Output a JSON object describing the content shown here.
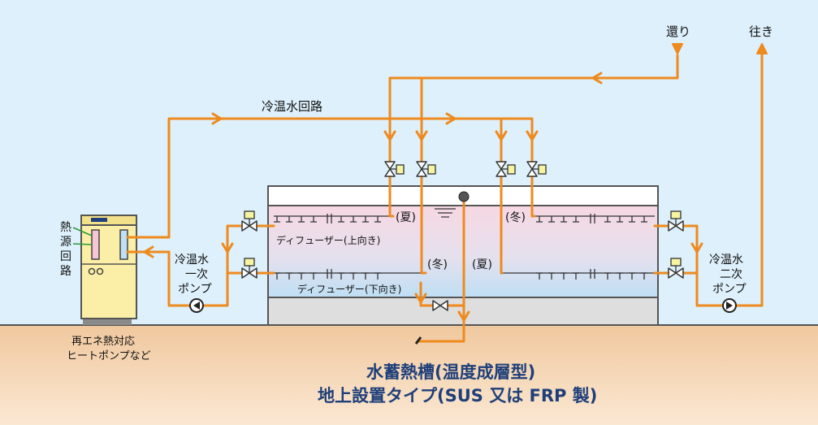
{
  "labels": {
    "return": "還り",
    "supply": "往き",
    "circuit": "冷温水回路",
    "heat_source_circuit": [
      "熱",
      "源",
      "回",
      "路"
    ],
    "primary_pump": [
      "冷温水",
      "一次",
      "ポンプ"
    ],
    "secondary_pump": [
      "冷温水",
      "二次",
      "ポンプ"
    ],
    "summer_upper": "(夏)",
    "winter_upper": "(冬)",
    "winter_lower": "(冬)",
    "summer_lower": "(夏)",
    "diffuser_up": "ディフューザー(上向き)",
    "diffuser_down": "ディフューザー(下向き)",
    "heatpump_caption": [
      "再エネ熱対応",
      "ヒートポンプなど"
    ],
    "tank_title": [
      "水蓄熱槽(温度成層型)",
      "地上設置タイプ(SUS 又は FRP 製)"
    ]
  },
  "colors": {
    "pipe": "#ee8a1e",
    "title": "#1e3f7a",
    "sky": "#ddf0fb",
    "ground": "#f7dcbf",
    "tank_warm": "#f6d8e2",
    "tank_cool": "#bfdff4",
    "heatpump": "#fbeea6",
    "valve_actuator": "#f6f4a0"
  }
}
